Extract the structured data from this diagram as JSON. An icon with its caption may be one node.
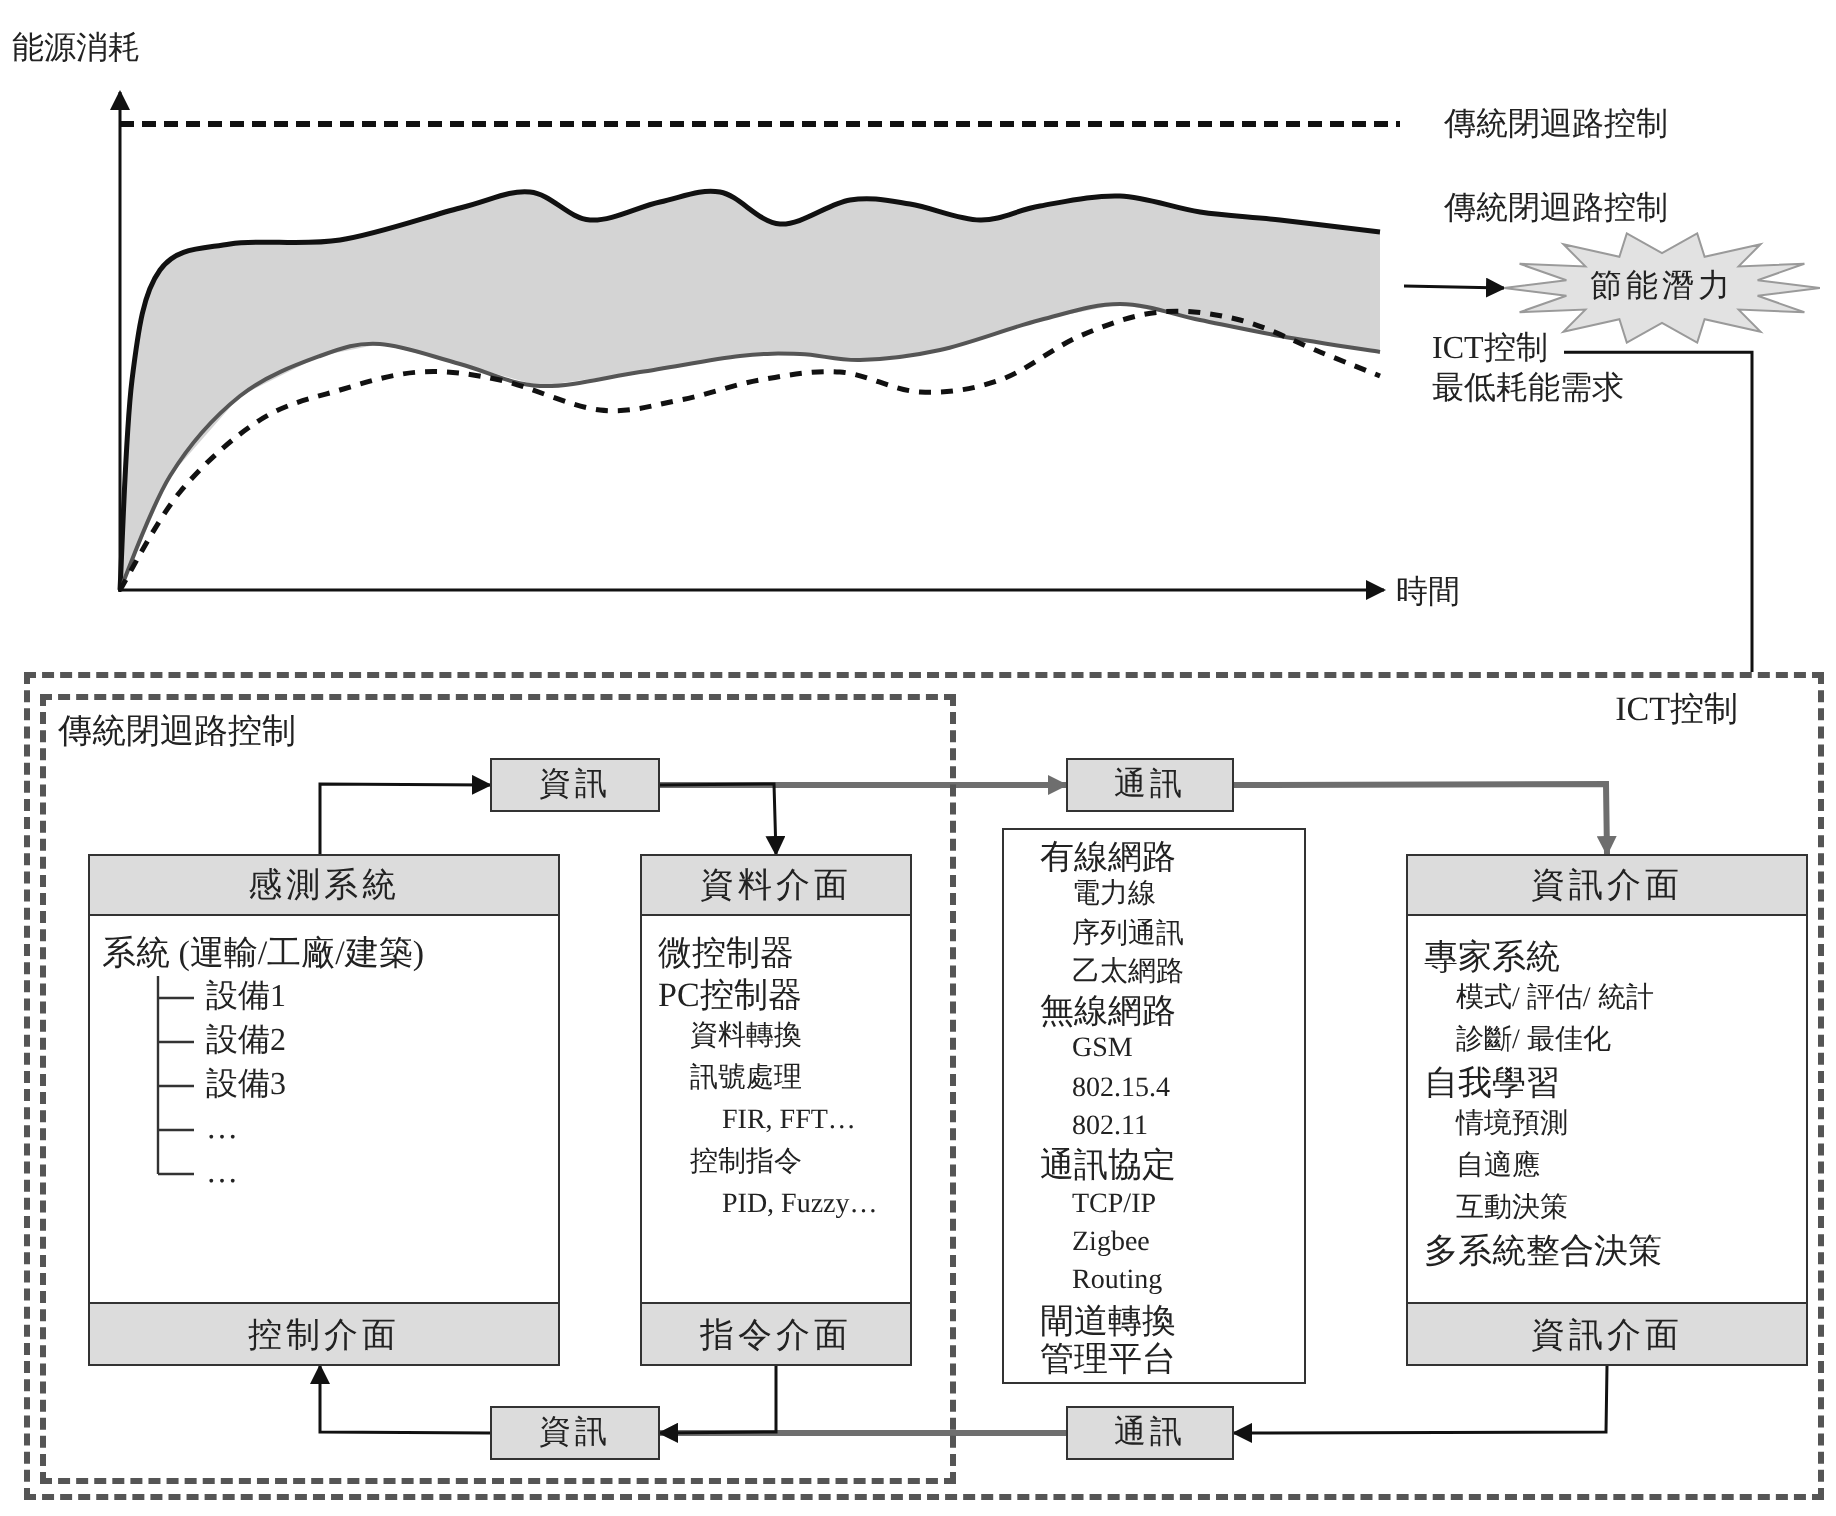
{
  "diagram": {
    "nodes": [
      {
        "text": [
          "ICT控制"
        ]
      },
      {
        "text": [
          "傳統閉迴路控制"
        ],
        "in": 0
      },
      {
        "text": [
          "系統 (運輸/工廠/建築)",
          "設備1",
          "設備2",
          "設備3",
          "…",
          "…"
        ],
        "in": 1
      },
      {
        "text": [
          "感測系統"
        ],
        "in": 2
      },
      {
        "text": [
          "控制介面"
        ],
        "in": 2
      },
      {
        "text": [
          "微控制器",
          "PC控制器",
          "資料轉換",
          "訊號處理",
          "FIR, FFT…",
          "控制指令",
          "PID, Fuzzy…"
        ],
        "in": 1
      },
      {
        "text": [
          "資料介面"
        ],
        "in": 5
      },
      {
        "text": [
          "指令介面"
        ],
        "in": 5
      },
      {
        "text": [
          "資訊"
        ],
        "in": 1
      },
      {
        "text": [
          "資訊"
        ],
        "in": 1
      },
      {
        "text": [
          "通訊"
        ],
        "in": 0
      },
      {
        "text": [
          "有線網路",
          "電力線",
          "序列通訊",
          "乙太網路",
          "無線網路",
          "GSM",
          "802.15.4",
          "802.11",
          "通訊協定",
          "TCP/IP",
          "Zigbee",
          "Routing",
          "閘道轉換",
          "管理平台"
        ],
        "in": 0
      },
      {
        "text": [
          "通訊"
        ],
        "in": 0
      },
      {
        "text": [
          "專家系統",
          "模式/ 評估/ 統計",
          "診斷/ 最佳化",
          "自我學習",
          "情境預測",
          "自適應",
          "互動決策",
          "多系統整合決策"
        ],
        "in": 0
      },
      {
        "text": [
          "資訊介面"
        ],
        "in": 13
      },
      {
        "text": [
          "資訊介面"
        ],
        "in": 13
      },
      {
        "text": [
          "節能潛力"
        ]
      },
      {
        "text": [
          "ICT控制"
        ]
      }
    ],
    "edges": [
      {
        "from": 3,
        "to": 8,
        "arrow": "to"
      },
      {
        "from": 8,
        "to": 10,
        "arrow": "to",
        "style": "thick",
        "color": "#6e6e6e"
      },
      {
        "from": 8,
        "to": 6,
        "arrow": "to"
      },
      {
        "from": 10,
        "to": 14,
        "arrow": "to",
        "style": "thick",
        "color": "#6e6e6e"
      },
      {
        "from": 15,
        "to": 12,
        "arrow": "to"
      },
      {
        "from": 12,
        "to": 9,
        "arrow": "to",
        "style": "thick",
        "color": "#6e6e6e"
      },
      {
        "from": 7,
        "to": 9,
        "arrow": "to"
      },
      {
        "from": 9,
        "to": 4,
        "arrow": "to"
      },
      {
        "from": null,
        "to": 16,
        "arrow": "to"
      },
      {
        "from": 17,
        "to": 0,
        "arrow": "none"
      }
    ],
    "labels": [
      "能源消耗",
      "傳統閉迴路控制",
      "傳統閉迴路控制",
      "最低耗能需求",
      "時間"
    ]
  }
}
